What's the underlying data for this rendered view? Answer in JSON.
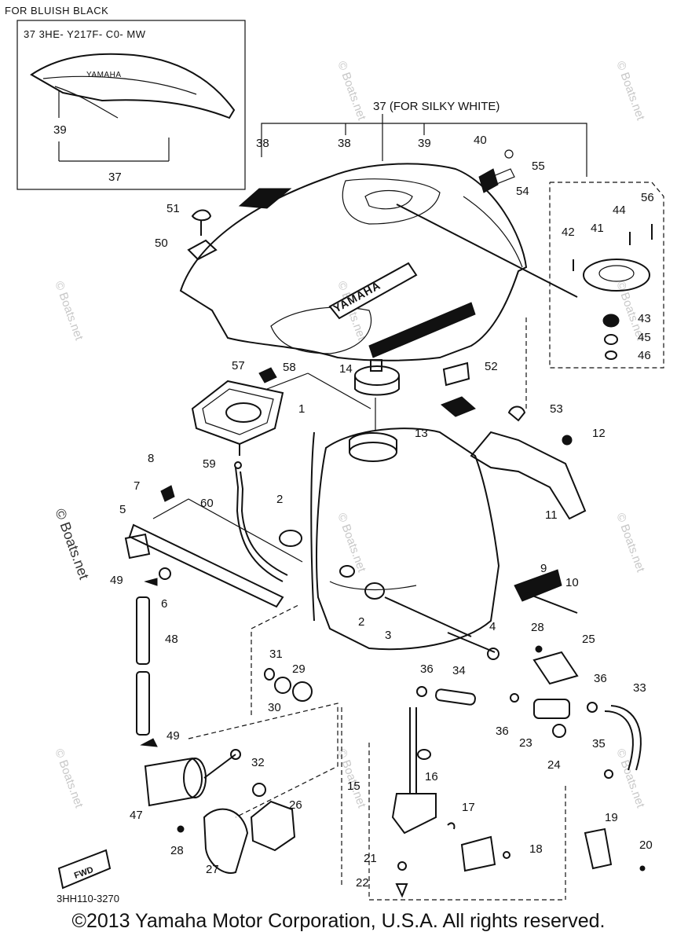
{
  "inset": {
    "title": "FOR BLUISH BLACK",
    "part_code": "37  3HE- Y217F- C0- MW",
    "labels": {
      "a": "39",
      "b": "37"
    }
  },
  "silky_white_label": "37 (FOR SILKY WHITE)",
  "tank_logo": "YAMAHA",
  "fwd_label": "FWD",
  "diagram_code": "3HH110-3270",
  "watermark": "© Boats.net",
  "copyright": "©2013 Yamaha Motor Corporation, U.S.A. All rights reserved.",
  "callouts": [
    "38",
    "38",
    "39",
    "40",
    "55",
    "54",
    "56",
    "44",
    "42",
    "41",
    "43",
    "45",
    "46",
    "51",
    "50",
    "57",
    "58",
    "14",
    "52",
    "53",
    "12",
    "1",
    "13",
    "11",
    "8",
    "59",
    "7",
    "5",
    "60",
    "2",
    "49",
    "6",
    "9",
    "10",
    "2",
    "3",
    "4",
    "48",
    "28",
    "25",
    "31",
    "29",
    "30",
    "36",
    "34",
    "36",
    "36",
    "33",
    "23",
    "24",
    "35",
    "16",
    "15",
    "49",
    "32",
    "47",
    "26",
    "17",
    "19",
    "20",
    "18",
    "28",
    "27",
    "21",
    "22"
  ]
}
